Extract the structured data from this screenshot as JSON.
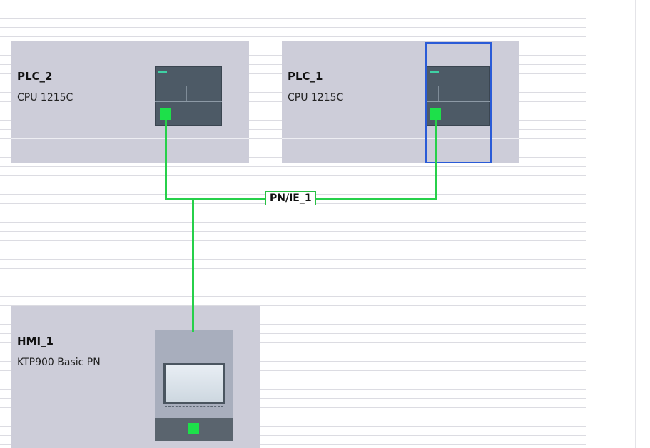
{
  "stations": [
    {
      "id": "plc2",
      "name": "PLC_2",
      "type": "CPU 1215C"
    },
    {
      "id": "plc1",
      "name": "PLC_1",
      "type": "CPU 1215C"
    },
    {
      "id": "hmi1",
      "name": "HMI_1",
      "type": "KTP900 Basic PN"
    }
  ],
  "network": {
    "label": "PN/IE_1"
  },
  "colors": {
    "network_line": "#27d04a",
    "port": "#1de04a",
    "selection": "#2a5bd7",
    "station_bg": "#cdcdd9"
  }
}
